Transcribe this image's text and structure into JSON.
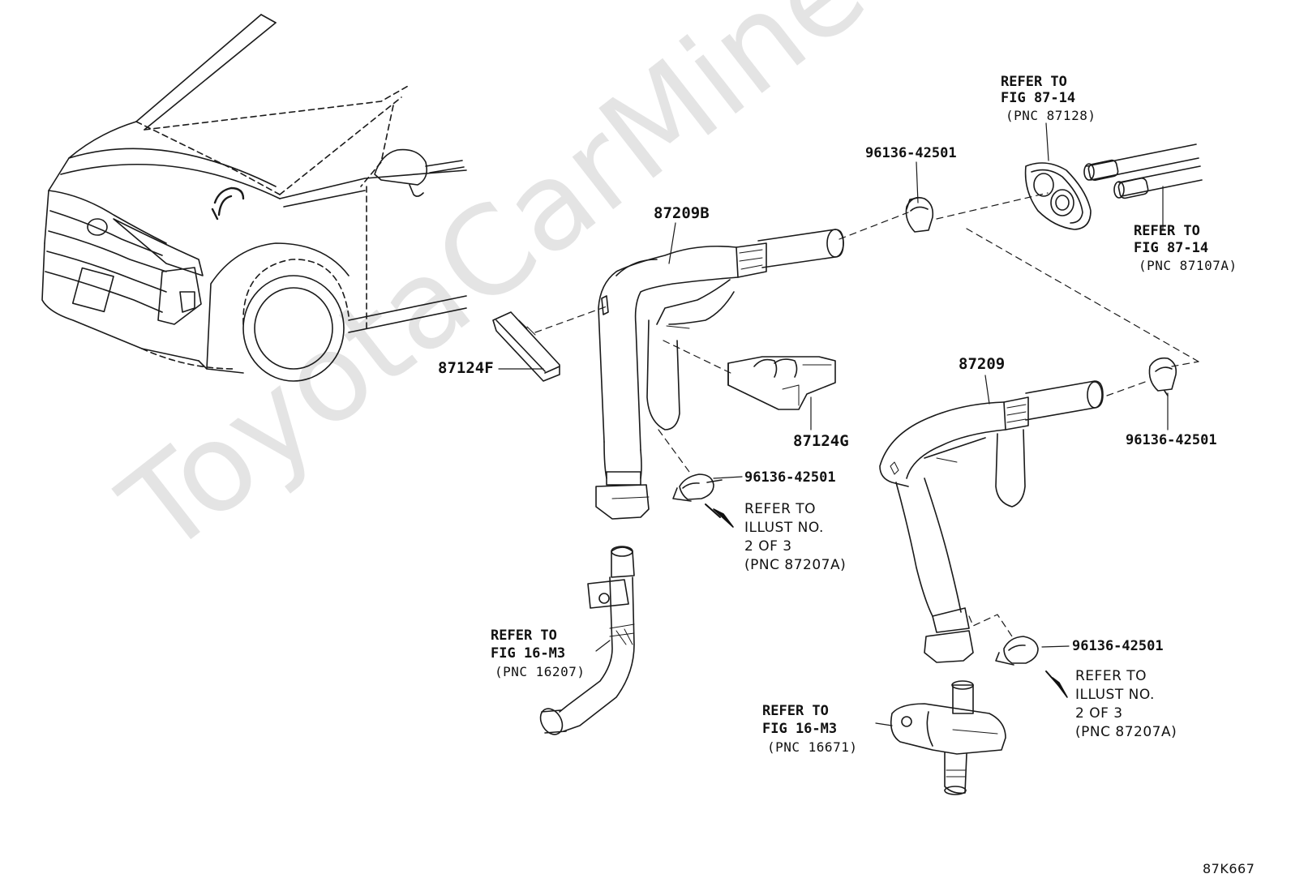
{
  "watermark": "ToyotaCarMine.ru",
  "figure_code": "87K667",
  "labels": {
    "p87209B": "87209B",
    "p87209": "87209",
    "p87124F": "87124F",
    "p87124G": "87124G",
    "clamp_top": "96136-42501",
    "clamp_right": "96136-42501",
    "clamp_mid": "96136-42501",
    "clamp_low": "96136-42501"
  },
  "refs": {
    "fig8714_top": {
      "l1": "REFER TO",
      "l2": "FIG 87-14",
      "l3": "(PNC 87128)"
    },
    "fig8714_right": {
      "l1": "REFER TO",
      "l2": "FIG 87-14",
      "l3": "(PNC 87107A)"
    },
    "illust_left": {
      "l1": "REFER TO",
      "l2": "ILLUST NO.",
      "l3": "2 OF 3",
      "l4": "(PNC 87207A)"
    },
    "illust_right": {
      "l1": "REFER TO",
      "l2": "ILLUST NO.",
      "l3": "2 OF 3",
      "l4": "(PNC 87207A)"
    },
    "fig16_hose": {
      "l1": "REFER TO",
      "l2": "FIG 16-M3",
      "l3": "(PNC 16207)"
    },
    "fig16_pump": {
      "l1": "REFER TO",
      "l2": "FIG 16-M3",
      "l3": "(PNC 16671)"
    }
  }
}
